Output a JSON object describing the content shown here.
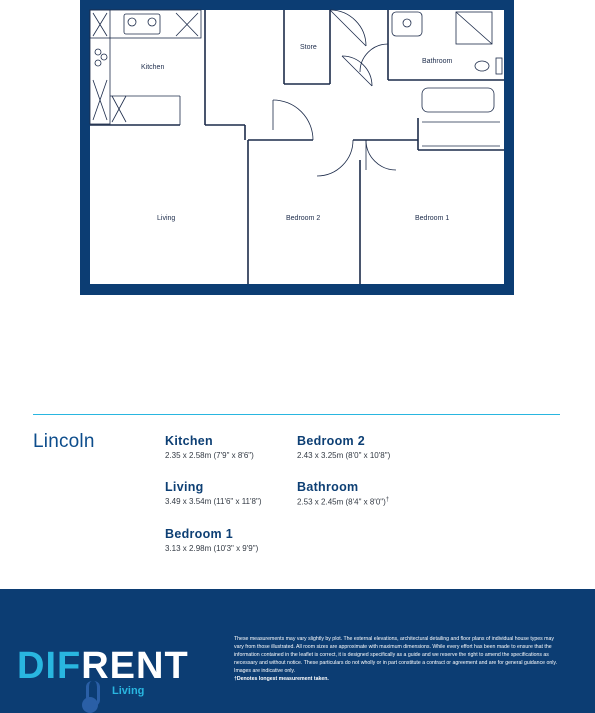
{
  "floorplan": {
    "labels": {
      "kitchen": "Kitchen",
      "store": "Store",
      "bathroom": "Bathroom",
      "living": "Living",
      "bedroom2": "Bedroom 2",
      "bedroom1": "Bedroom 1"
    },
    "colors": {
      "wall": "#0c3d73",
      "line": "#1c2b4a"
    }
  },
  "home": {
    "name": "Lincoln"
  },
  "rooms": [
    {
      "name": "Kitchen",
      "dims": "2.35 x 2.58m (7'9\" x 8'6\")",
      "mark": ""
    },
    {
      "name": "Bedroom 2",
      "dims": "2.43 x 3.25m (8'0\" x 10'8\")",
      "mark": ""
    },
    {
      "name": "Living",
      "dims": "3.49 x 3.54m (11'6\" x 11'8\")",
      "mark": ""
    },
    {
      "name": "Bathroom",
      "dims": "2.53 x 2.45m (8'4\" x 8'0\")",
      "mark": "†"
    },
    {
      "name": "Bedroom 1",
      "dims": "3.13 x 2.98m (10'3\" x 9'9\")",
      "mark": ""
    }
  ],
  "footer": {
    "logo_main": "DIF",
    "logo_accent": "RENT",
    "logo_sub": "Living",
    "disclaimer": "These measurements may vary slightly by plot. The external elevations, architectural detailing and floor plans of individual house types may vary from those illustrated. All room sizes are approximate with maximum dimensions. While every effort has been made to ensure that the information contained in the leaflet is correct, it is designed specifically as a guide and we reserve the right to amend the specifications as necessary and without notice. These particulars do not wholly or in part constitute a contract or agreement and are for general guidance only. Images are indicative only.",
    "note": "†Denotes longest measurement taken.",
    "colors": {
      "background": "#0c3d73",
      "accent": "#29b6e0"
    }
  }
}
